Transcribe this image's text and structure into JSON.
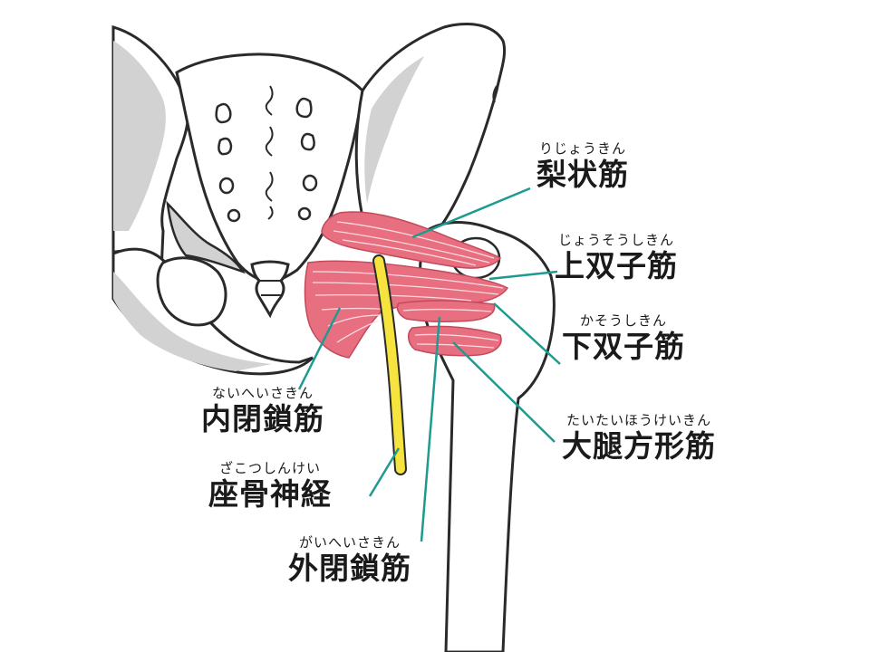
{
  "labels": {
    "piriformis": {
      "ruby": "りじょうきん",
      "name": "梨状筋"
    },
    "gemellus_superior": {
      "ruby": "じょうそうしきん",
      "name": "上双子筋"
    },
    "gemellus_inferior": {
      "ruby": "かそうしきん",
      "name": "下双子筋"
    },
    "quadratus_femoris": {
      "ruby": "たいたいほうけいきん",
      "name": "大腿方形筋"
    },
    "obturator_internus": {
      "ruby": "ないへいさきん",
      "name": "内閉鎖筋"
    },
    "sciatic_nerve": {
      "ruby": "ざこつしんけい",
      "name": "座骨神経"
    },
    "obturator_externus": {
      "ruby": "がいへいさきん",
      "name": "外閉鎖筋"
    }
  },
  "colors": {
    "bone_fill": "#ffffff",
    "bone_shadow": "#d2d2d2",
    "outline": "#2a2a2a",
    "muscle": "#e86f80",
    "muscle_fiber": "#ffe6ea",
    "nerve": "#f7e33d",
    "leader_line": "#1f9a90",
    "text": "#1a1a1a"
  }
}
